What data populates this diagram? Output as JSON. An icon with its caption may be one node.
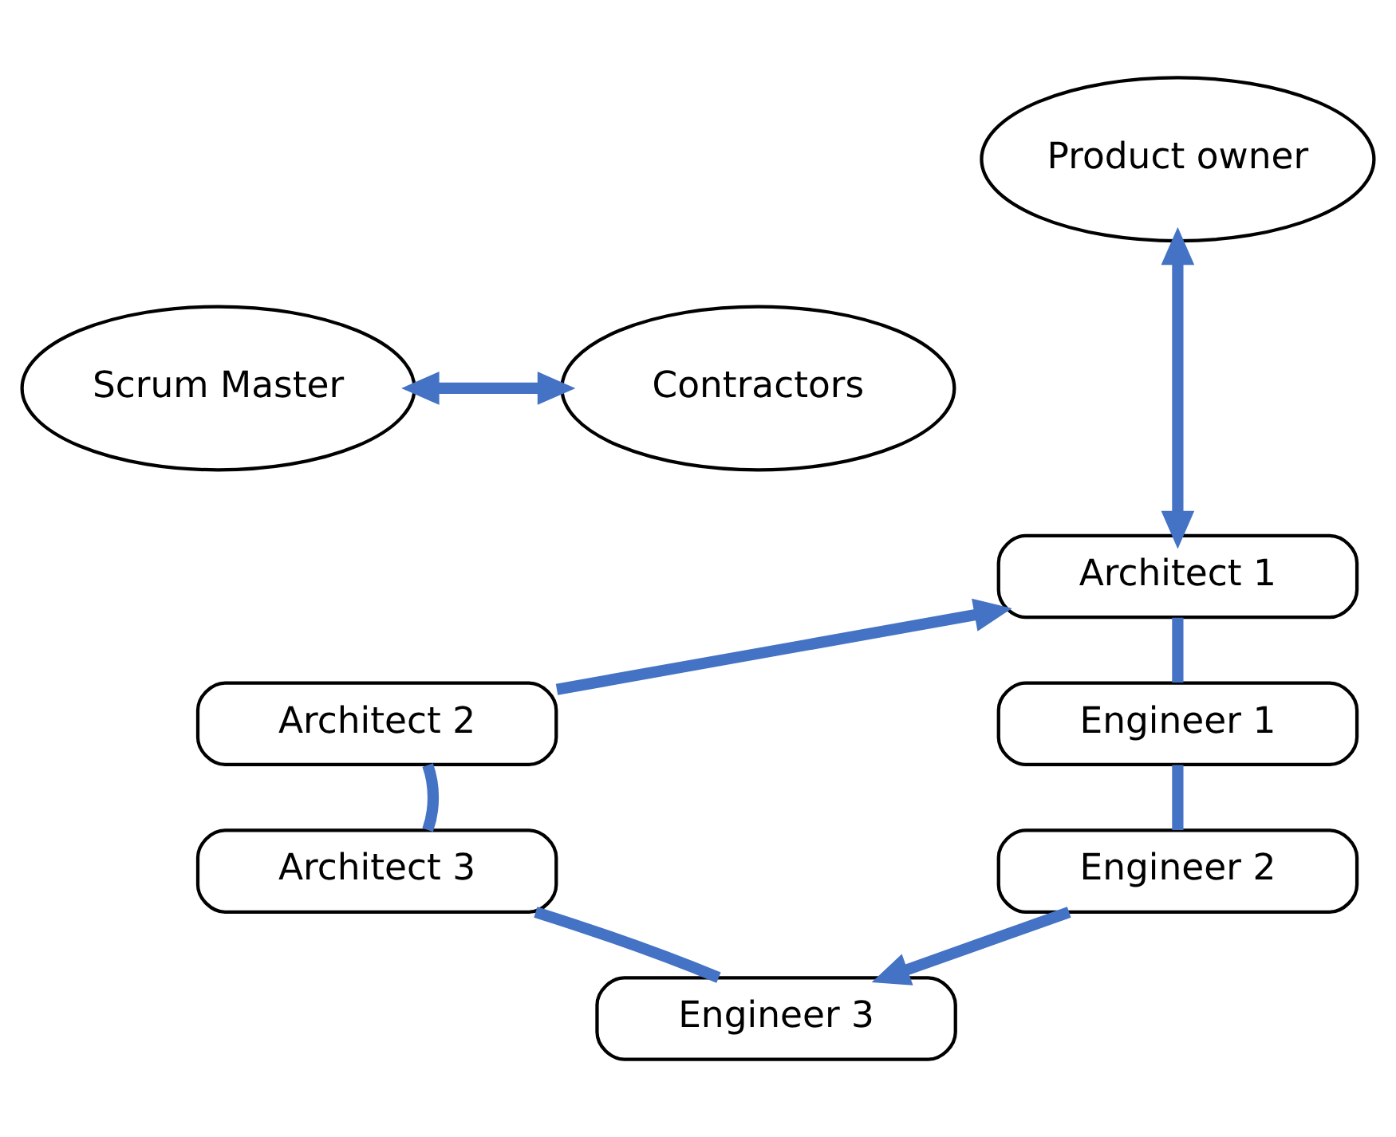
{
  "diagram": {
    "nodes": [
      {
        "text": [
          "Product owner"
        ]
      },
      {
        "text": [
          "Scrum Master"
        ]
      },
      {
        "text": [
          "Contractors"
        ]
      },
      {
        "text": [
          "Architect 1"
        ]
      },
      {
        "text": [
          "Architect 2"
        ]
      },
      {
        "text": [
          "Engineer 1"
        ]
      },
      {
        "text": [
          "Architect 3"
        ]
      },
      {
        "text": [
          "Engineer 2"
        ]
      },
      {
        "text": [
          "Engineer 3"
        ]
      }
    ],
    "edges": [
      {
        "from": 0,
        "to": 3,
        "arrow": "both"
      },
      {
        "from": 1,
        "to": 2,
        "arrow": "both"
      },
      {
        "from": 3,
        "to": 5,
        "arrow": "none"
      },
      {
        "from": 5,
        "to": 7,
        "arrow": "none"
      },
      {
        "from": 7,
        "to": 8,
        "arrow": "to"
      },
      {
        "from": 8,
        "to": 6,
        "arrow": "none"
      },
      {
        "from": 6,
        "to": 4,
        "arrow": "none"
      },
      {
        "from": 4,
        "to": 3,
        "arrow": "to"
      }
    ]
  }
}
